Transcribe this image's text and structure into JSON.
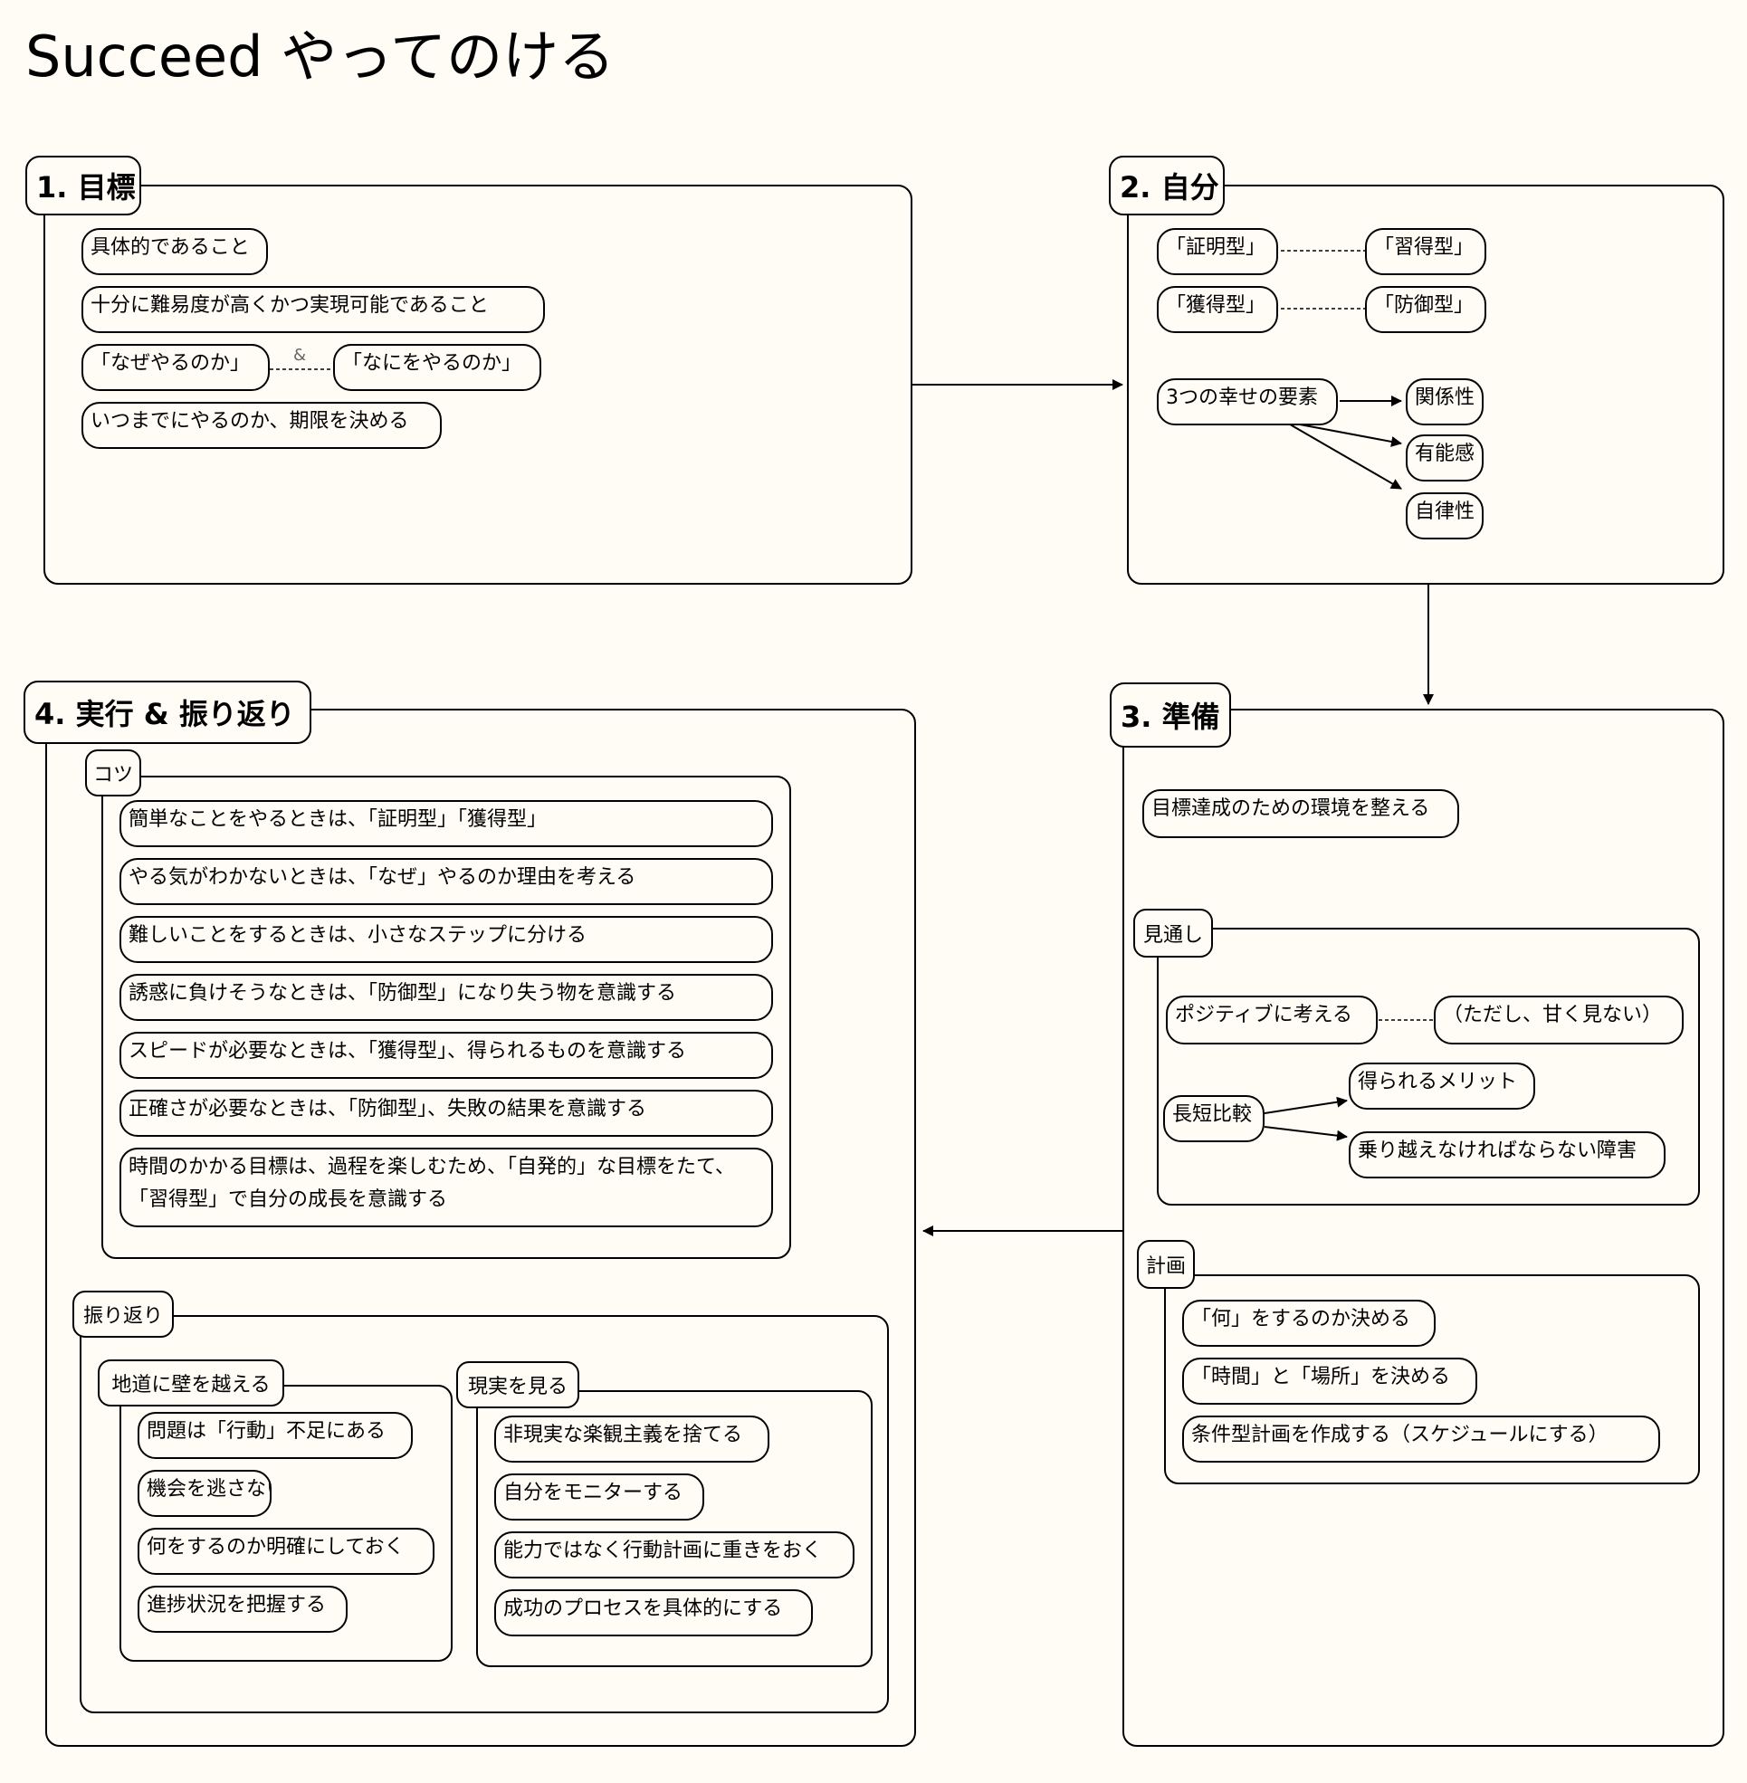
{
  "title": "Succeed やってのける",
  "sec1": {
    "label": "1. 目標",
    "items": [
      "具体的であること",
      "十分に難易度が高くかつ実現可能であること",
      "「なぜやるのか」",
      "「なにをやるのか」",
      "いつまでにやるのか、期限を決める"
    ],
    "amp": "&"
  },
  "sec2": {
    "label": "2. 自分",
    "types": [
      "「証明型」",
      "「習得型」",
      "「獲得型」",
      "「防御型」"
    ],
    "happiness": "3つの幸せの要素",
    "elements": [
      "関係性",
      "有能感",
      "自律性"
    ]
  },
  "sec3": {
    "label": "3. 準備",
    "env": "目標達成のための環境を整える",
    "outlook": {
      "label": "見通し",
      "positive": "ポジティブに考える",
      "caveat": "（ただし、甘く見ない）",
      "compare": "長短比較",
      "merit": "得られるメリット",
      "obstacle": "乗り越えなければならない障害"
    },
    "plan": {
      "label": "計画",
      "items": [
        "「何」をするのか決める",
        "「時間」と「場所」を決める",
        "条件型計画を作成する（スケジュールにする）"
      ]
    }
  },
  "sec4": {
    "label": "4. 実行 & 振り返り",
    "tips": {
      "label": "コツ",
      "items": [
        "簡単なことをやるときは、「証明型」「獲得型」",
        "やる気がわかないときは、「なぜ」やるのか理由を考える",
        "難しいことをするときは、小さなステップに分ける",
        "誘惑に負けそうなときは、「防御型」になり失う物を意識する",
        "スピードが必要なときは、「獲得型」、得られるものを意識する",
        "正確さが必要なときは、「防御型」、失敗の結果を意識する",
        "時間のかかる目標は、過程を楽しむため、「自発的」な目標をたて、「習得型」で自分の成長を意識する"
      ]
    },
    "review": {
      "label": "振り返り",
      "steady": {
        "label": "地道に壁を越える",
        "items": [
          "問題は「行動」不足にある",
          "機会を逃さない",
          "何をするのか明確にしておく",
          "進捗状況を把握する"
        ]
      },
      "reality": {
        "label": "現実を見る",
        "items": [
          "非現実な楽観主義を捨てる",
          "自分をモニターする",
          "能力ではなく行動計画に重きをおく",
          "成功のプロセスを具体的にする"
        ]
      }
    }
  }
}
